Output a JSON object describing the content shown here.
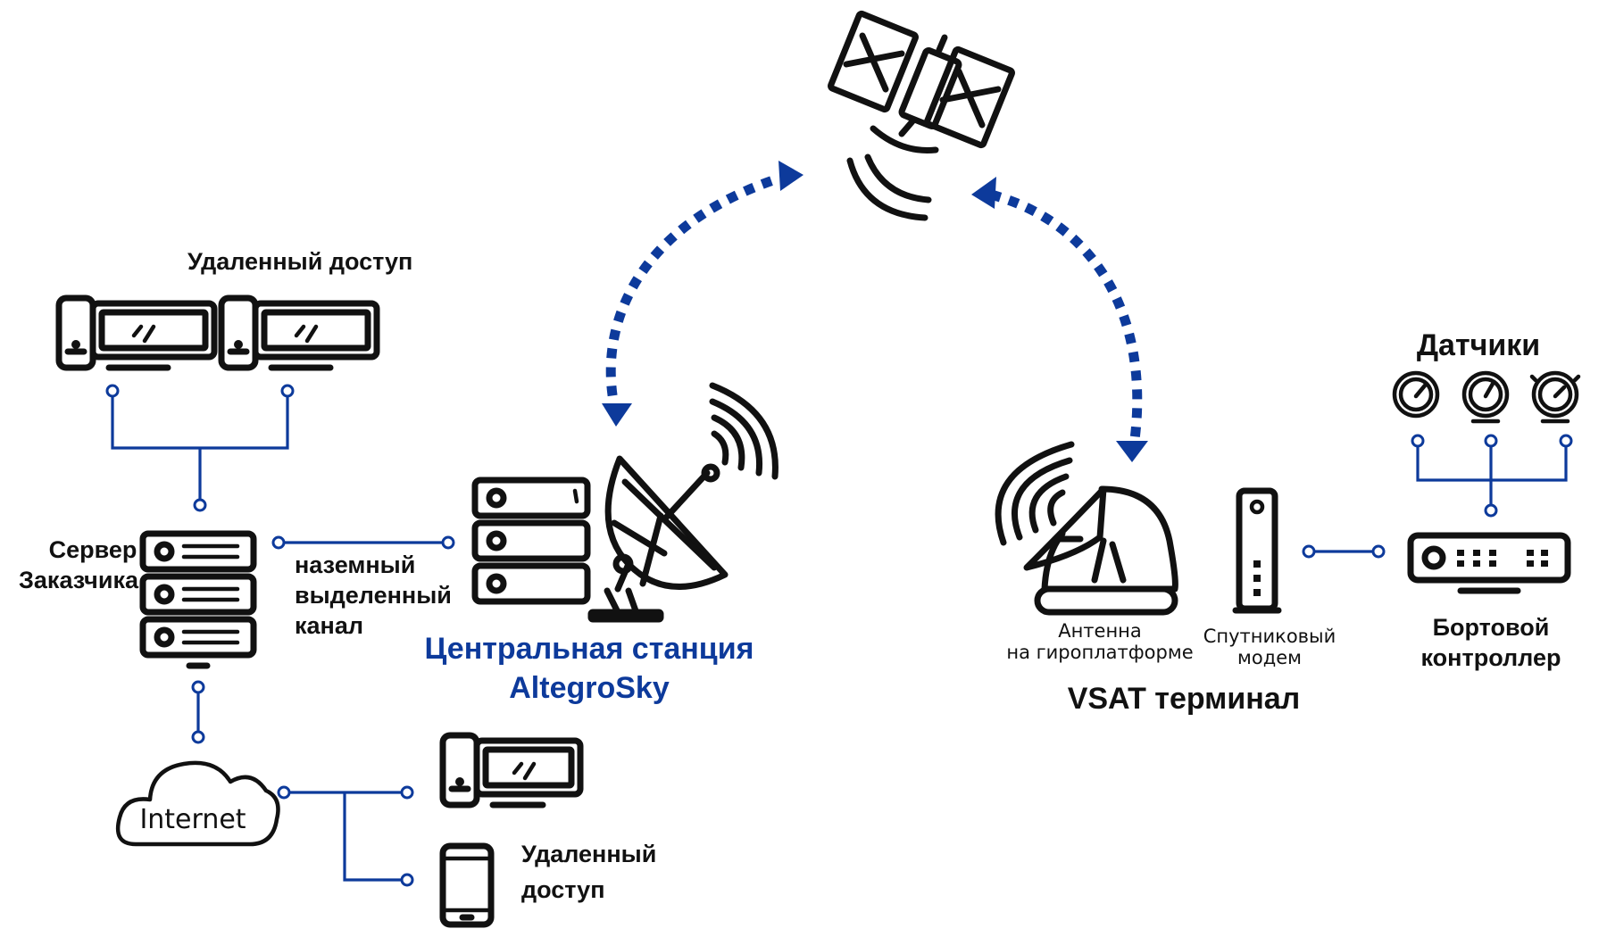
{
  "colors": {
    "accent": "#0d3a9b",
    "icon": "#111111",
    "background": "#ffffff"
  },
  "labels": {
    "remote_access_top": "Удаленный доступ",
    "server_line1": "Сервер",
    "server_line2": "Заказчика",
    "channel_line1": "наземный",
    "channel_line2": "выделенный",
    "channel_line3": "канал",
    "central_line1": "Центральная станция",
    "central_line2": "AltegroSky",
    "internet": "Internet",
    "remote_access_bottom_line1": "Удаленный",
    "remote_access_bottom_line2": "доступ",
    "antenna_line1": "Антенна",
    "antenna_line2": "на гироплатформе",
    "modem_line1": "Спутниковый",
    "modem_line2": "модем",
    "vsat": "VSAT терминал",
    "sensors": "Датчики",
    "controller_line1": "Бортовой",
    "controller_line2": "контроллер"
  },
  "icons": [
    "desktop-computer-icon",
    "server-rack-icon",
    "cloud-icon",
    "smartphone-icon",
    "satellite-icon",
    "satellite-dish-icon",
    "gyro-antenna-icon",
    "modem-icon",
    "gauge-icon",
    "controller-icon",
    "signal-waves-icon"
  ]
}
